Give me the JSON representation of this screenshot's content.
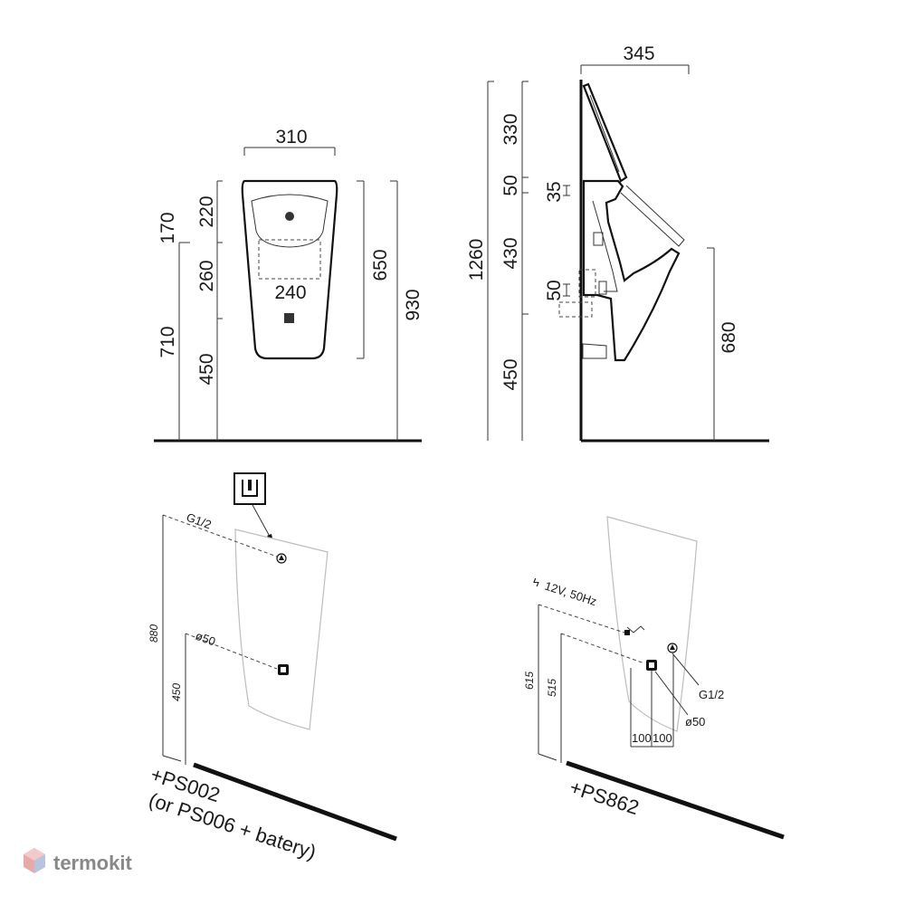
{
  "front_view": {
    "width_top": "310",
    "height_top_section": "220",
    "height_inlet": "170",
    "height_mid_section": "260",
    "inner_width": "240",
    "height_outlet": "710",
    "height_bottom": "450",
    "height_body": "650",
    "height_total": "930"
  },
  "side_view": {
    "depth": "345",
    "height_lid": "330",
    "height_50_top": "50",
    "height_35": "35",
    "height_total": "1260",
    "height_430": "430",
    "height_50_outlet": "50",
    "height_450": "450",
    "height_rim": "680"
  },
  "install_left": {
    "supply_label": "G1/2",
    "drain_label": "ø50",
    "height_880": "880",
    "height_450": "450",
    "kit_line1": "+PS002",
    "kit_line2": "(or PS006 + batery)"
  },
  "install_right": {
    "power_label": "12V, 50Hz",
    "supply_label": "G1/2",
    "drain_label": "ø50",
    "height_615": "615",
    "height_515": "515",
    "spacing_left": "100",
    "spacing_right": "100",
    "kit_label": "+PS862"
  },
  "brand": {
    "name": "termokit"
  }
}
